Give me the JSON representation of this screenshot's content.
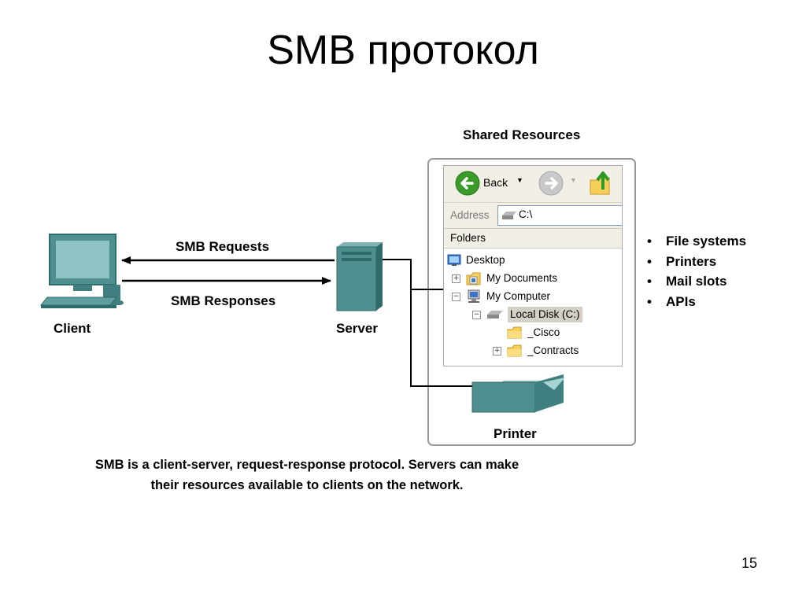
{
  "slide": {
    "title": "SMB протокол",
    "page_number": "15",
    "caption_line1": "SMB is a client-server, request-response protocol. Servers can make",
    "caption_line2": "their resources available to clients on the network."
  },
  "diagram": {
    "shared_resources_label": "Shared Resources",
    "client_label": "Client",
    "server_label": "Server",
    "printer_label": "Printer",
    "requests_label": "SMB Requests",
    "responses_label": "SMB Responses",
    "resources_list": [
      "File systems",
      "Printers",
      "Mail slots",
      "APIs"
    ]
  },
  "explorer": {
    "back_label": "Back",
    "address_label": "Address",
    "address_value": "C:\\",
    "folders_label": "Folders",
    "tree": {
      "desktop": "Desktop",
      "my_documents": "My Documents",
      "my_computer": "My Computer",
      "local_disk": "Local Disk (C:)",
      "cisco": "_Cisco",
      "contracts": "_Contracts"
    }
  },
  "colors": {
    "device_teal": "#4f8f8f",
    "device_dark": "#2f6b6b",
    "selection_bg": "#d4d0c8",
    "nav_green": "#3a9a2a",
    "folder_yellow": "#f5cf5a"
  }
}
